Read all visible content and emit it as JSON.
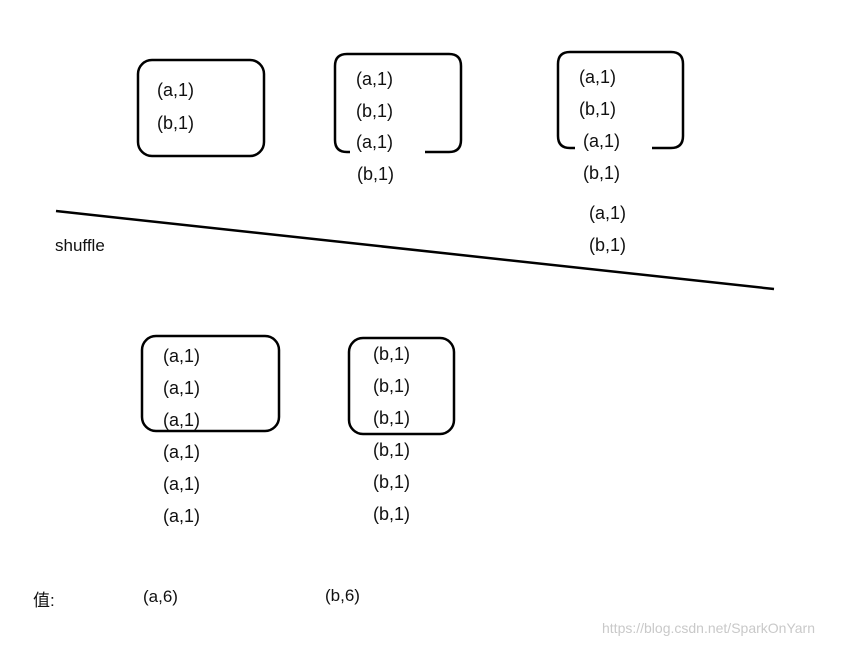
{
  "top_groups": [
    {
      "box_items": [
        "(a,1)",
        "(b,1)"
      ],
      "outside_items": []
    },
    {
      "box_items": [
        "(a,1)",
        "(b,1)",
        "(a,1)"
      ],
      "outside_items": [
        "(b,1)"
      ]
    },
    {
      "box_items": [
        "(a,1)",
        "(b,1)",
        "(a,1)"
      ],
      "outside_items": [
        "(b,1)",
        "(a,1)",
        "(b,1)"
      ]
    }
  ],
  "divider_label": "shuffle",
  "bottom_groups": [
    {
      "box_items": [
        "(a,1)",
        "(a,1)",
        "(a,1)"
      ],
      "outside_items": [
        "(a,1)",
        "(a,1)",
        "(a,1)"
      ]
    },
    {
      "box_items": [
        "(b,1)",
        "(b,1)",
        "(b,1)"
      ],
      "outside_items": [
        "(b,1)",
        "(b,1)",
        "(b,1)"
      ]
    }
  ],
  "result_label": "值:",
  "results": [
    "(a,6)",
    "(b,6)"
  ],
  "watermark": "https://blog.csdn.net/SparkOnYarn"
}
